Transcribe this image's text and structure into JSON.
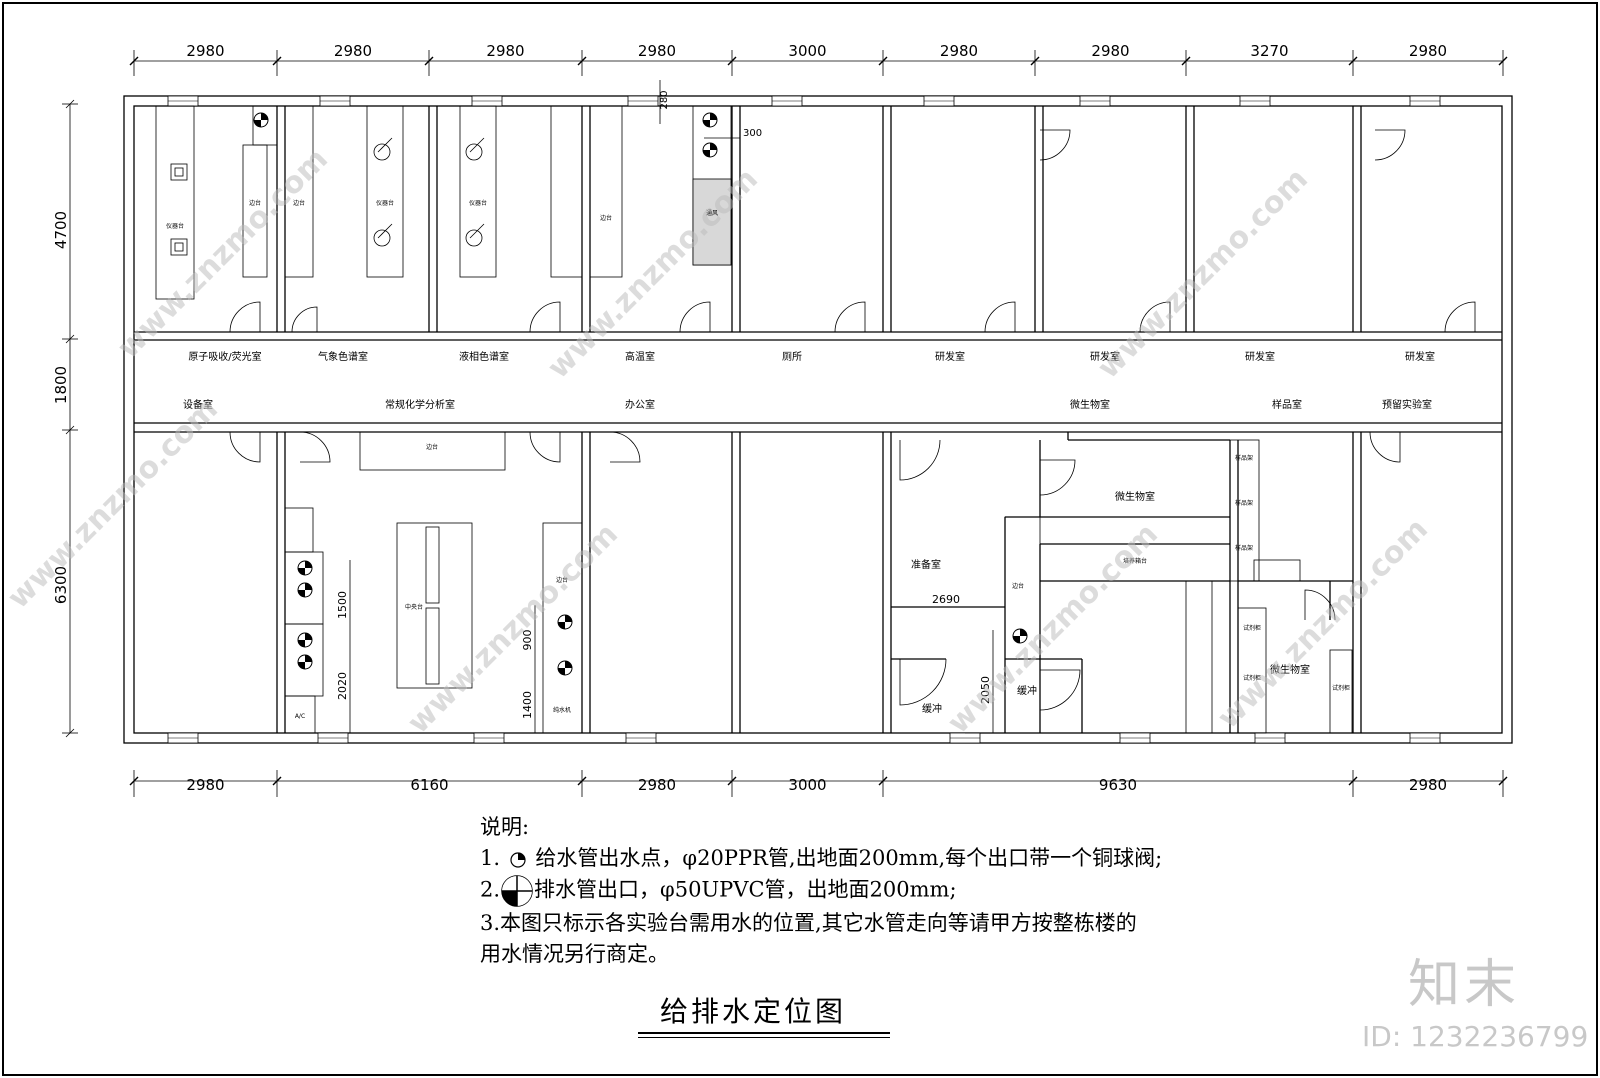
{
  "dimensions_top": [
    "2980",
    "2980",
    "2980",
    "2980",
    "3000",
    "2980",
    "2980",
    "3270",
    "2980"
  ],
  "dimensions_bottom": [
    "2980",
    "6160",
    "2980",
    "3000",
    "9630",
    "2980"
  ],
  "dimensions_left": [
    "4700",
    "1800",
    "6300"
  ],
  "dim_inner": {
    "d280": "280",
    "d300": "300",
    "d2690": "2690",
    "d1500": "1500",
    "d2020": "2020",
    "d900": "900",
    "d1400": "1400",
    "d2050": "2050"
  },
  "rooms_top": [
    "原子吸收/荧光室",
    "气象色谱室",
    "液相色谱室",
    "高温室",
    "厕所",
    "研发室",
    "研发室",
    "研发室",
    "研发室"
  ],
  "rooms_corridor": [
    "设备室",
    "常规化学分析室",
    "办公室",
    "微生物室",
    "样品室",
    "预留实验室"
  ],
  "rooms_inner": {
    "micro1": "微生物室",
    "micro2": "微生物室",
    "prep": "准备室",
    "buffer1": "缓冲",
    "buffer2": "缓冲"
  },
  "furniture": {
    "bench": "边台",
    "instr": "仪器台",
    "center": "中央台",
    "pure": "纯水机",
    "sample": "样品架",
    "culture": "培养箱台",
    "reagent": "试剂柜",
    "fume": "通风",
    "ac": "A/C"
  },
  "notes": {
    "heading": "说明:",
    "n1_prefix": "1.",
    "n1_text": "给水管出水点，φ20PPR管,出地面200mm,每个出口带一个铜球阀;",
    "n2_prefix": "2.",
    "n2_text": "排水管出口，φ50UPVC管，出地面200mm;",
    "n3_line1": "3.本图只标示各实验台需用水的位置,其它水管走向等请甲方按整栋楼的",
    "n3_line2": "用水情况另行商定。"
  },
  "title": "给排水定位图",
  "watermark": "www.znzmo.com",
  "brand": "知末",
  "brand_id": "ID: 1232236799"
}
